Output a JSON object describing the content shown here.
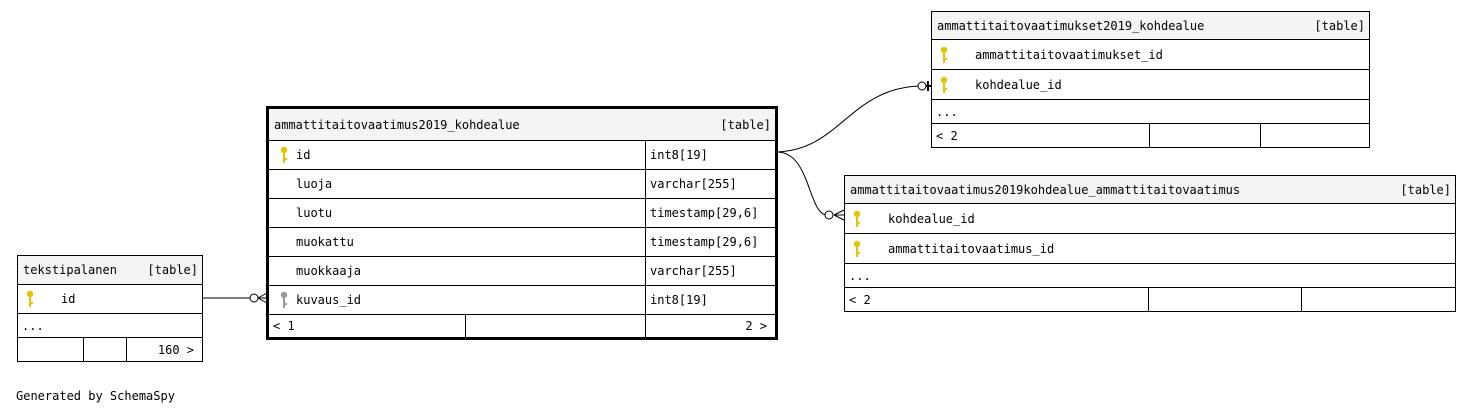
{
  "colors": {
    "pk_key": "#e1c500",
    "fk_key": "#9a9a9a",
    "header_bg": "#f4f4f4",
    "line": "#000000"
  },
  "tables": {
    "tekstipalanen": {
      "name": "tekstipalanen",
      "kind": "[table]",
      "columns": [
        {
          "name": "id",
          "key": "pk"
        }
      ],
      "ellipsis": "...",
      "counts": {
        "children": "",
        "parents": "",
        "rows": "160 >"
      }
    },
    "main": {
      "name": "ammattitaitovaatimus2019_kohdealue",
      "kind": "[table]",
      "columns": [
        {
          "name": "id",
          "type": "int8[19]",
          "key": "pk"
        },
        {
          "name": "luoja",
          "type": "varchar[255]",
          "key": ""
        },
        {
          "name": "luotu",
          "type": "timestamp[29,6]",
          "key": ""
        },
        {
          "name": "muokattu",
          "type": "timestamp[29,6]",
          "key": ""
        },
        {
          "name": "muokkaaja",
          "type": "varchar[255]",
          "key": ""
        },
        {
          "name": "kuvaus_id",
          "type": "int8[19]",
          "key": "fk"
        }
      ],
      "counts": {
        "parents": "< 1",
        "children": "",
        "rows": "2 >"
      }
    },
    "ammattitaitovaatimukset": {
      "name": "ammattitaitovaatimukset2019_kohdealue",
      "kind": "[table]",
      "columns": [
        {
          "name": "ammattitaitovaatimukset_id",
          "key": "pk"
        },
        {
          "name": "kohdealue_id",
          "key": "pk"
        }
      ],
      "ellipsis": "...",
      "counts": {
        "parents": "< 2",
        "children": "",
        "rows": ""
      }
    },
    "link": {
      "name": "ammattitaitovaatimus2019kohdealue_ammattitaitovaatimus",
      "kind": "[table]",
      "columns": [
        {
          "name": "kohdealue_id",
          "key": "pk"
        },
        {
          "name": "ammattitaitovaatimus_id",
          "key": "pk"
        }
      ],
      "ellipsis": "...",
      "counts": {
        "parents": "< 2",
        "children": "",
        "rows": ""
      }
    }
  },
  "footer": "Generated by SchemaSpy"
}
